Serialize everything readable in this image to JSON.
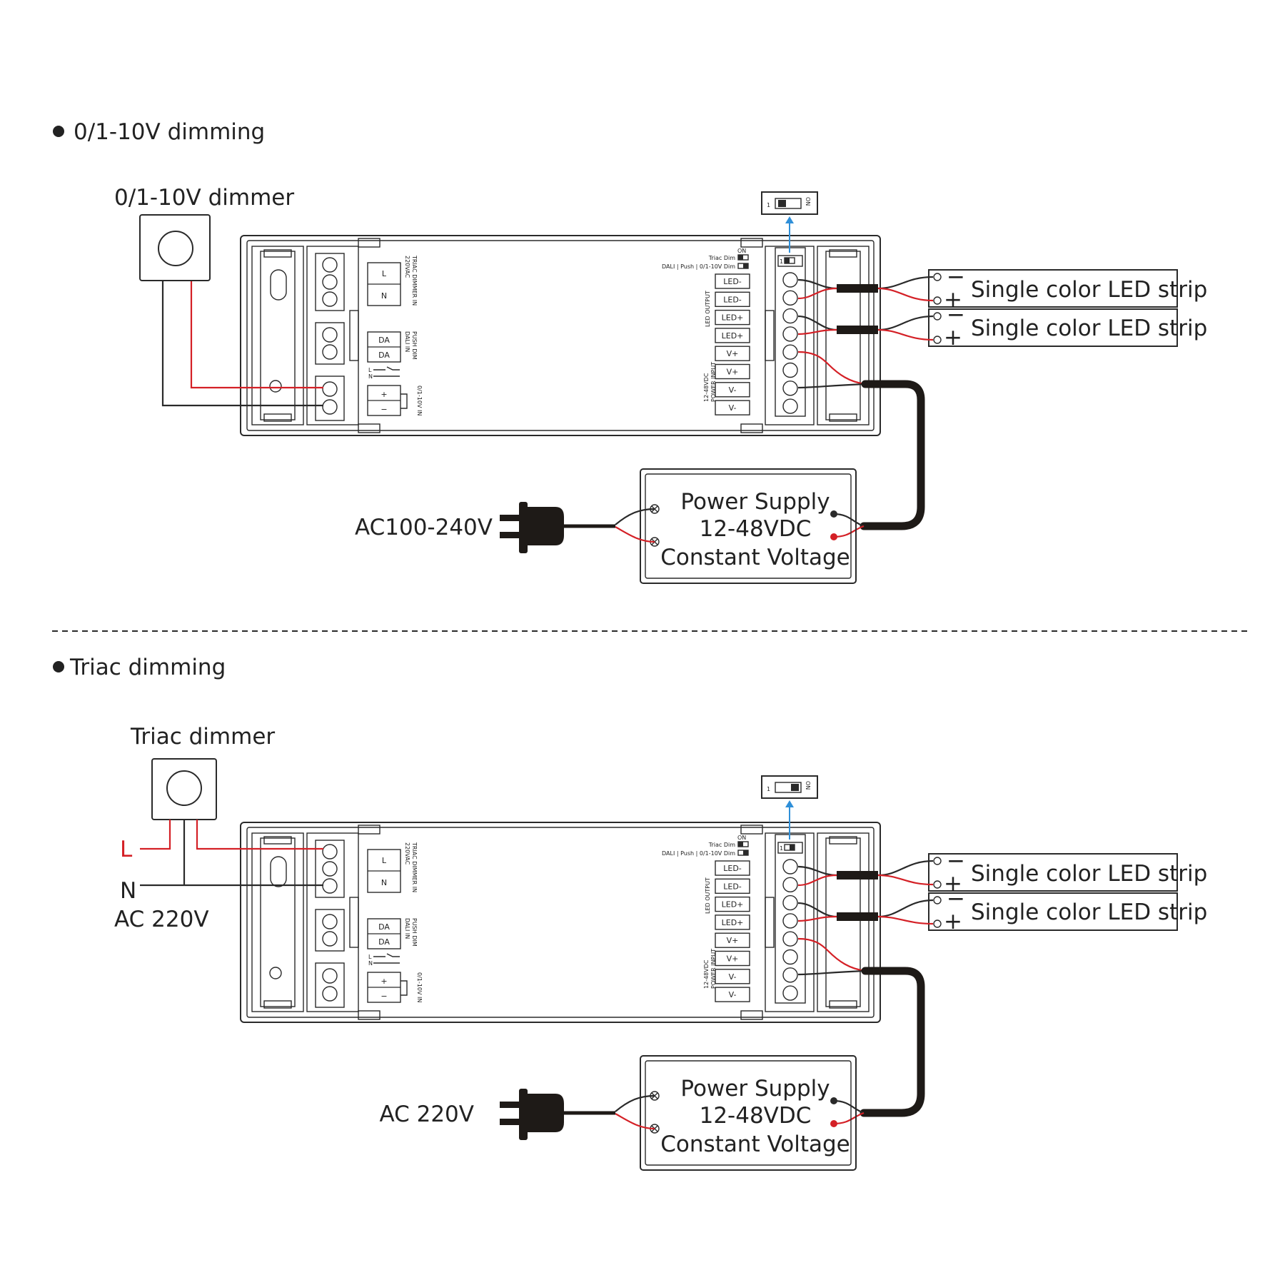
{
  "colors": {
    "red_wire": "#d42026",
    "black_wire": "#2a2a2a",
    "blue_arrow": "#2f8fd8",
    "cable": "#1e1a17"
  },
  "sections": [
    {
      "heading": "0/1-10V dimming",
      "dimmer_label": "0/1-10V dimmer",
      "ac_label": "AC100-240V",
      "power_supply": [
        "Power Supply",
        "12-48VDC",
        "Constant Voltage"
      ],
      "led_strips": [
        "Single color LED strip",
        "Single color LED strip"
      ]
    },
    {
      "heading": "Triac dimming",
      "dimmer_label": "Triac dimmer",
      "ac_label": "AC 220V",
      "line_label": "L",
      "neutral_label": "N",
      "mains_label": "AC 220V",
      "power_supply": [
        "Power Supply",
        "12-48VDC",
        "Constant Voltage"
      ],
      "led_strips": [
        "Single color LED strip",
        "Single color LED strip"
      ]
    }
  ],
  "driver": {
    "triac_title": "TRIAC DIMMER IN",
    "triac_sub": "220VAC",
    "triac_terms": [
      "L",
      "N"
    ],
    "dali_title": "PUSH DIM",
    "dali_sub": "DALI IN",
    "dali_terms": [
      "DA",
      "DA"
    ],
    "push_l": "L",
    "push_n": "N",
    "analog_title": "0/1-10V IN",
    "analog_terms": [
      "+",
      "−"
    ],
    "switch_on": "ON",
    "triac_dim_label": "Triac Dim",
    "mode_label": "DALI | Push | 0/1-10V Dim",
    "led_output_label": "LED OUTPUT",
    "power_input_label": "POWER INPUT",
    "power_input_voltage": "12-48VDC",
    "output_terms": [
      "LED-",
      "LED-",
      "LED+",
      "LED+",
      "V+",
      "V+",
      "V-",
      "V-"
    ],
    "dip_on": "ON",
    "dip_one": "1"
  },
  "strip_polarity": {
    "minus": "−",
    "plus": "+"
  }
}
